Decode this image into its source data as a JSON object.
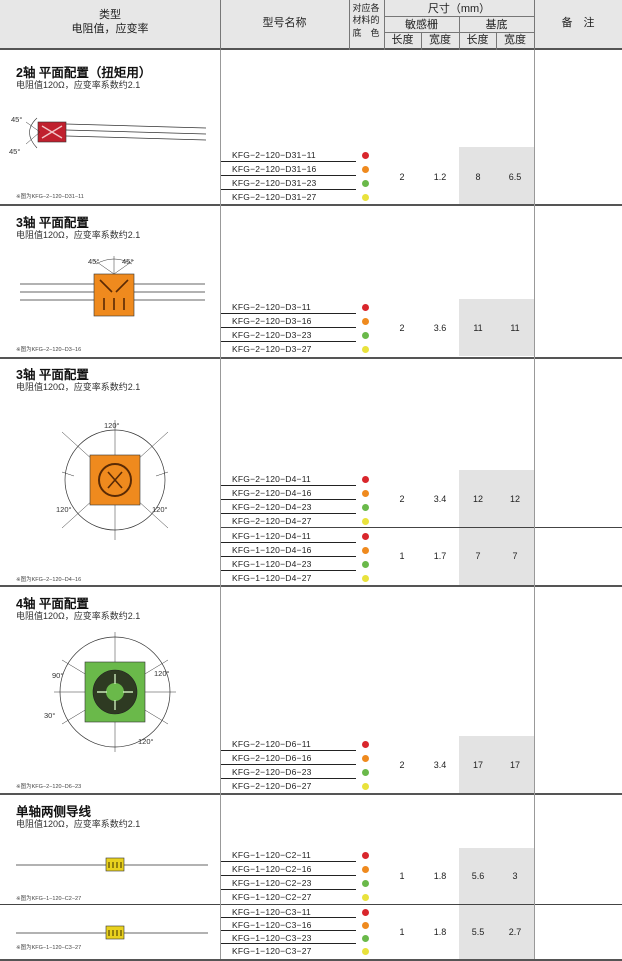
{
  "header": {
    "type_label": "类型",
    "type_sub": "电阻值，应变率",
    "model_label": "型号名称",
    "material_l1": "对应各",
    "material_l2": "材料的",
    "material_l3": "底　色",
    "size_label": "尺寸（mm）",
    "grid_label": "敏感栅",
    "base_label": "基底",
    "length_label": "长度",
    "width_label": "宽度",
    "notes_label": "备　注"
  },
  "colors": {
    "red": "#d9262c",
    "orange": "#ef8a1e",
    "green": "#6ab94a",
    "yellow": "#e9e23c"
  },
  "sections": [
    {
      "title": "2轴 平面配置（扭矩用）",
      "subtitle": "电阻值120Ω，应变率系数约2.1",
      "note": "※图为KFG−2−120−D31−11",
      "angle1": "45°",
      "angle2": "45°",
      "models": [
        "KFG−2−120−D31−11",
        "KFG−2−120−D31−16",
        "KFG−2−120−D31−23",
        "KFG−2−120−D31−27"
      ],
      "grid_length": "2",
      "grid_width": "1.2",
      "base_length": "8",
      "base_width": "6.5"
    },
    {
      "title": "3轴 平面配置",
      "subtitle": "电阻值120Ω，应变率系数约2.1",
      "note": "※图为KFG−2−120−D3−16",
      "angle1": "45°",
      "angle2": "45°",
      "models": [
        "KFG−2−120−D3−11",
        "KFG−2−120−D3−16",
        "KFG−2−120−D3−23",
        "KFG−2−120−D3−27"
      ],
      "grid_length": "2",
      "grid_width": "3.6",
      "base_length": "11",
      "base_width": "11"
    },
    {
      "title": "3轴 平面配置",
      "subtitle": "电阻值120Ω，应变率系数约2.1",
      "note": "※图为KFG−2−120−D4−16",
      "angle1": "120°",
      "angle2": "120°",
      "angle3": "120°",
      "models": [
        "KFG−2−120−D4−11",
        "KFG−2−120−D4−16",
        "KFG−2−120−D4−23",
        "KFG−2−120−D4−27"
      ],
      "grid_length": "2",
      "grid_width": "3.4",
      "base_length": "12",
      "base_width": "12",
      "models2": [
        "KFG−1−120−D4−11",
        "KFG−1−120−D4−16",
        "KFG−1−120−D4−23",
        "KFG−1−120−D4−27"
      ],
      "grid_length2": "1",
      "grid_width2": "1.7",
      "base_length2": "7",
      "base_width2": "7"
    },
    {
      "title": "4轴 平面配置",
      "subtitle": "电阻值120Ω，应变率系数约2.1",
      "note": "※图为KFG−2−120−D6−23",
      "angle1": "90°",
      "angle2": "120°",
      "angle3": "30°",
      "angle4": "120°",
      "models": [
        "KFG−2−120−D6−11",
        "KFG−2−120−D6−16",
        "KFG−2−120−D6−23",
        "KFG−2−120−D6−27"
      ],
      "grid_length": "2",
      "grid_width": "3.4",
      "base_length": "17",
      "base_width": "17"
    },
    {
      "title": "单轴两侧导线",
      "subtitle": "电阻值120Ω，应变率系数约2.1",
      "note": "※图为KFG−1−120−C2−27",
      "note2": "※图为KFG−1−120−C3−27",
      "models": [
        "KFG−1−120−C2−11",
        "KFG−1−120−C2−16",
        "KFG−1−120−C2−23",
        "KFG−1−120−C2−27"
      ],
      "grid_length": "1",
      "grid_width": "1.8",
      "base_length": "5.6",
      "base_width": "3",
      "models2": [
        "KFG−1−120−C3−11",
        "KFG−1−120−C3−16",
        "KFG−1−120−C3−23",
        "KFG−1−120−C3−27"
      ],
      "grid_length2": "1",
      "grid_width2": "1.8",
      "base_length2": "5.5",
      "base_width2": "2.7"
    }
  ]
}
